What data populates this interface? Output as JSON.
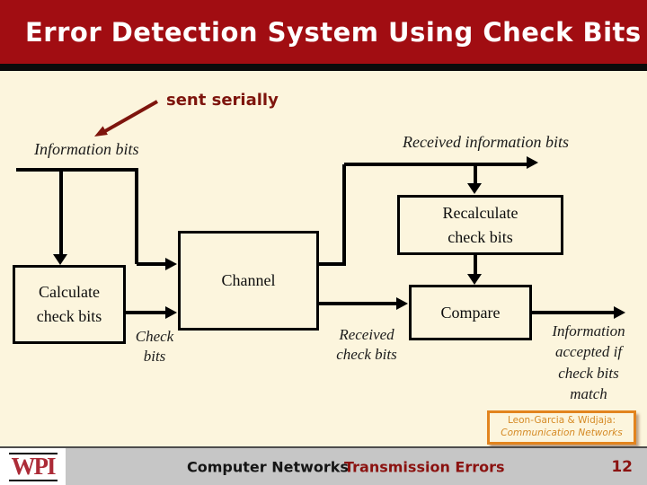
{
  "title": "Error Detection System Using Check Bits",
  "annotation": {
    "sent_serially": "sent serially"
  },
  "diagram": {
    "labels": {
      "information_bits": "Information bits",
      "received_information_bits": "Received information bits",
      "check_bits": "Check\nbits",
      "received_check_bits": "Received\ncheck bits",
      "information_accepted": "Information\naccepted if\ncheck bits\nmatch"
    },
    "boxes": {
      "calculate": "Calculate\ncheck bits",
      "channel": "Channel",
      "recalculate": "Recalculate\ncheck bits",
      "compare": "Compare"
    }
  },
  "citation": {
    "line1": "Leon-Garcia & Widjaja:",
    "line2": "Communication Networks"
  },
  "footer": {
    "logo": "WPI",
    "course": "Computer Networks",
    "section": "Transmission Errors",
    "page_number": "12"
  },
  "colors": {
    "title_bg": "#A10D12",
    "title_text": "#FFFFFF",
    "slide_bg": "#FCF5DD",
    "line_color": "#000000",
    "annotation_red": "#7E150D",
    "citation_border": "#E2841E",
    "citation_text": "#D58A25",
    "footer_bg": "#C6C6C6",
    "footer_accent": "#8B1210",
    "wpi_crimson": "#AC2B37"
  }
}
